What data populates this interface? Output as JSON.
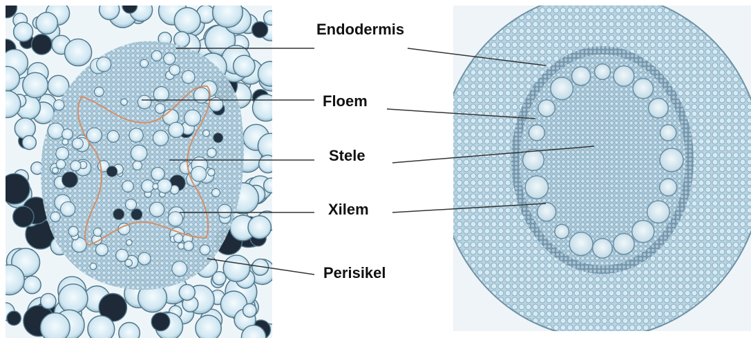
{
  "labels": {
    "endodermis": "Endodermis",
    "floem": "Floem",
    "stele": "Stele",
    "xilem": "Xilem",
    "perisikel": "Perisikel"
  },
  "colors": {
    "tissue_blue": "#9fc7da",
    "cell_wall": "#5b7f93",
    "dark_cell": "#1e2a38",
    "outline_orange": "#d4906a",
    "leader_line": "#333333"
  }
}
